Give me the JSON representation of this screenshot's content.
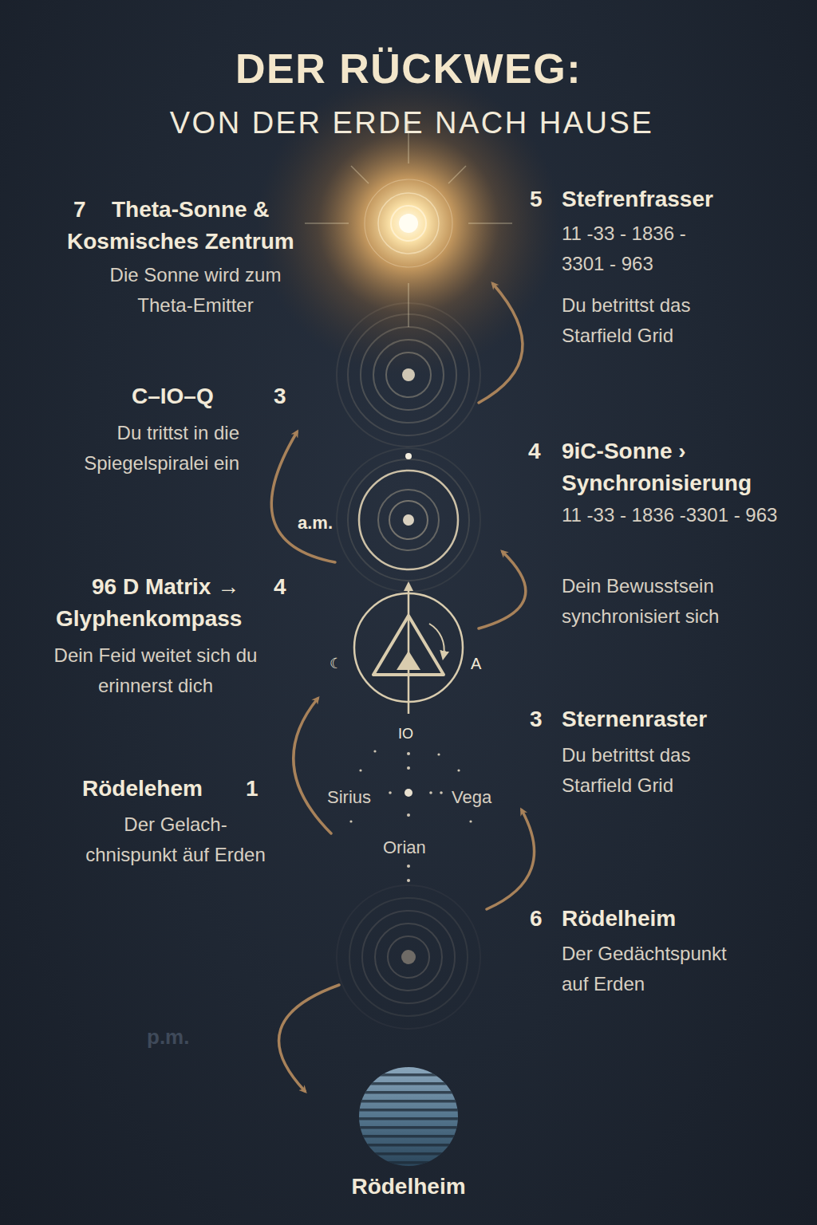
{
  "diagram": {
    "title": "DER RÜCKWEG:",
    "nodes": [
      {
        "text": [
          "Rödelheim"
        ]
      }
    ],
    "labels": [
      "VON DER ERDE NACH HAUSE",
      "7",
      "Theta-Sonne & Kosmisches Zentrum",
      "Die Sonne wird zum Theta-Emitter",
      "5",
      "Stefrenfrasser",
      "11 -33 - 1836 - 3301 - 963",
      "Du betrittst das Starfield Grid",
      "C–IO–Q",
      "3",
      "Du trittst in die Spiegelspiralei ein",
      "4",
      "9iC-Sonne › Synchronisierung",
      "11 -33 - 1836 -3301 - 963",
      "Dein Bewusstsein synchronisiert sich",
      "a.m.",
      "96 D Matrix →",
      "4",
      "Glyphenkompass",
      "Dein Feid weitet sich du erinnerst dich",
      "☾",
      "A",
      "IO",
      "3",
      "Sternenraster",
      "Du betrittst das Starfield Grid",
      "Rödelehem",
      "1",
      "Der Gelach- chnispunkt äuf Erden",
      "Sirius",
      "Vega",
      "Orian",
      "6",
      "Rödelheim",
      "Der Gedächtspunkt auf Erden",
      "p.m."
    ]
  }
}
